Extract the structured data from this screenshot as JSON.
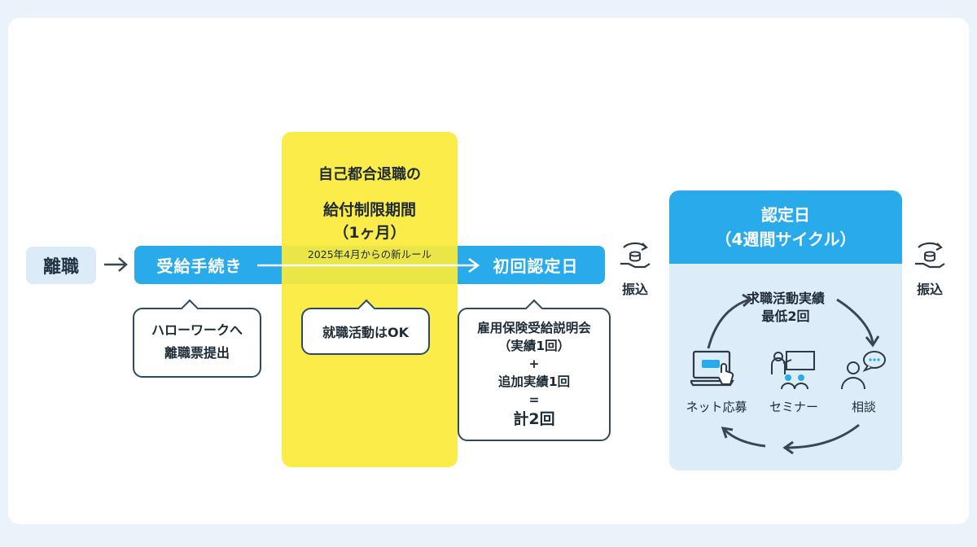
{
  "steps": {
    "rishoku": "離職",
    "jukyu_tetsuzuki": "受給手続き",
    "shokai_nintei": "初回認定日"
  },
  "restriction": {
    "line1": "自己都合退職の",
    "line2": "給付制限期間",
    "line3": "（1ヶ月）",
    "note": "2025年4月からの新ルール"
  },
  "callouts": {
    "hellowork_1": "ハローワークへ",
    "hellowork_2": "離職票提出",
    "job_ok": "就職活動はOK",
    "seminar_1": "雇用保険受給説明会",
    "seminar_2": "（実績1回）",
    "plus": "+",
    "seminar_3": "追加実績1回",
    "equals": "=",
    "seminar_4": "計2回"
  },
  "transfer": {
    "label_1": "振込",
    "label_2": "振込"
  },
  "nintei_panel": {
    "title": "認定日",
    "subtitle": "（4週間サイクル）",
    "cycle_title_1": "求職活動実績",
    "cycle_title_2": "最低2回",
    "activities": [
      "ネット応募",
      "セミナー",
      "相談"
    ]
  },
  "colors": {
    "bar_blue": "#28aaeb",
    "restriction_yellow": "#fbeb3b",
    "panel_bg": "#dcecf9",
    "chip_bg": "#dcebf8",
    "outline": "#2d4b5e"
  }
}
